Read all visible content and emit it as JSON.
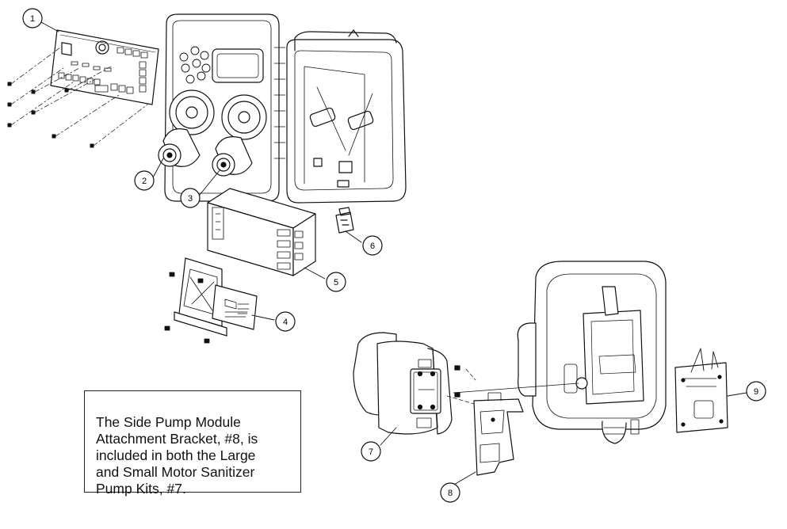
{
  "callouts": [
    {
      "id": "1",
      "label": "1"
    },
    {
      "id": "2",
      "label": "2"
    },
    {
      "id": "3",
      "label": "3"
    },
    {
      "id": "4",
      "label": "4"
    },
    {
      "id": "5",
      "label": "5"
    },
    {
      "id": "6",
      "label": "6"
    },
    {
      "id": "7",
      "label": "7"
    },
    {
      "id": "8",
      "label": "8"
    },
    {
      "id": "9",
      "label": "9"
    }
  ],
  "note": {
    "text": "The Side Pump Module\nAttachment Bracket, #8, is\nincluded in both the Large\nand Small Motor Sanitizer\nPump Kits, #7."
  }
}
